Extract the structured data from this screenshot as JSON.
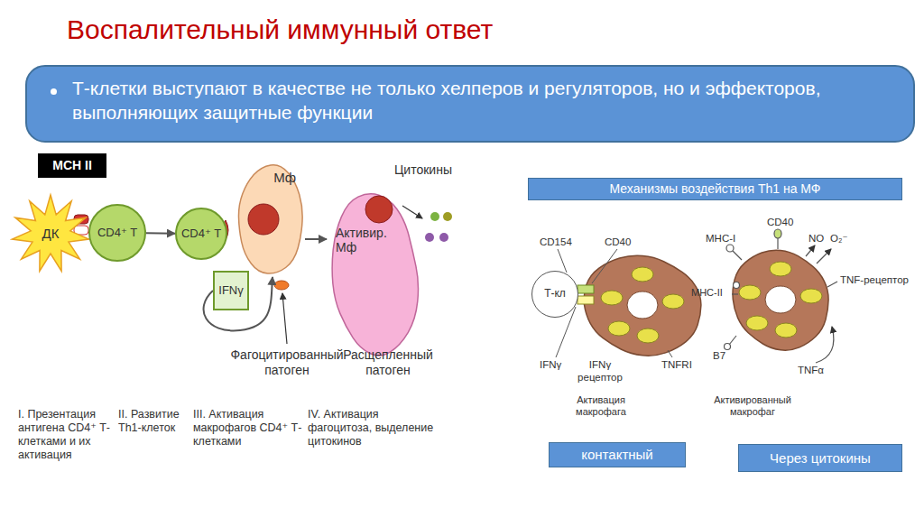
{
  "diagram": {
    "title": "Воспалительный иммунный ответ",
    "nodes": [
      {
        "text": [
          "Т-клетки выступают в качестве не только хелперов и регуляторов, но и эффекторов, выполняющих защитные функции"
        ]
      },
      {
        "text": [
          "MCH II"
        ]
      },
      {
        "text": [
          "ДК"
        ]
      },
      {
        "text": [
          "CD4⁺ T"
        ]
      },
      {
        "text": [
          "CD4⁺ T"
        ]
      },
      {
        "text": [
          "Мф"
        ]
      },
      {
        "text": [
          "Активир. Мф"
        ]
      },
      {
        "text": [
          "IFNγ"
        ]
      },
      {
        "text": [
          "Механизмы воздействия Th1 на МФ"
        ]
      },
      {
        "text": [
          "Т-кл"
        ]
      },
      {
        "text": [
          "контактный"
        ]
      },
      {
        "text": [
          "Через цитокины"
        ]
      }
    ],
    "edges": [
      {
        "from": 3,
        "to": 4,
        "arrow": "to"
      },
      {
        "from": 5,
        "to": 6,
        "arrow": "to"
      },
      {
        "from": 7,
        "to": 5,
        "arrow": "to"
      }
    ],
    "labels": [
      "Цитокины",
      "Фагоцитированный патоген",
      "Расщепленный патоген",
      "I. Презентация антигена CD4⁺ Т-клетками и их активация",
      "II. Развитие Th1-клеток",
      "III. Активация макрофагов CD4⁺ Т-клетками",
      "IV. Активация фагоцитоза, выделение цитокинов",
      "CD154",
      "CD40",
      "IFNγ",
      "IFNγ рецептор",
      "TNFRI",
      "Активация макрофага",
      "CD40",
      "MHC-I",
      "NO",
      "O₂⁻",
      "TNF-рецептор",
      "MHC-II",
      "B7",
      "TNFα",
      "Активированный макрофаг"
    ]
  }
}
